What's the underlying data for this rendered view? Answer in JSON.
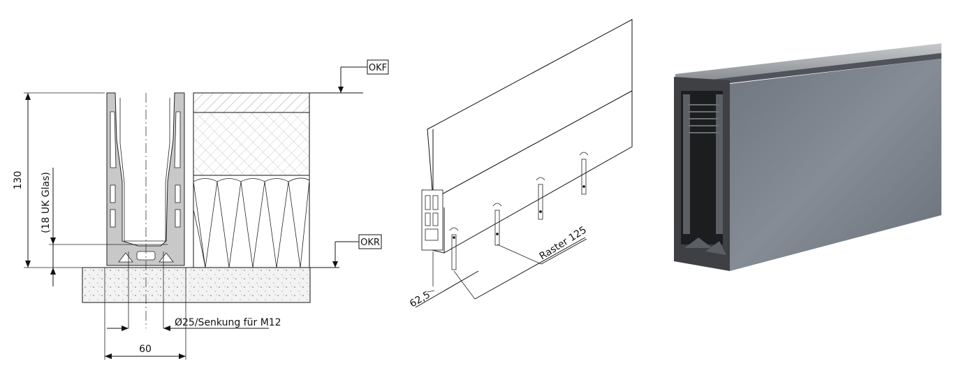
{
  "section": {
    "level_top": "OKF",
    "level_raw": "OKR",
    "height_label": "130",
    "glass_label": "(18 UK Glas)",
    "width_label": "60",
    "hole_label": "Ø25/Senkung für M12"
  },
  "isometric": {
    "raster_label": "Raster 125",
    "offset_label": "62,5"
  },
  "colors": {
    "profile_fill": "#c9c9c9",
    "screed_fill": "#f2f2f2",
    "render_dark": "#3f4144",
    "render_face": "#7a818a"
  }
}
